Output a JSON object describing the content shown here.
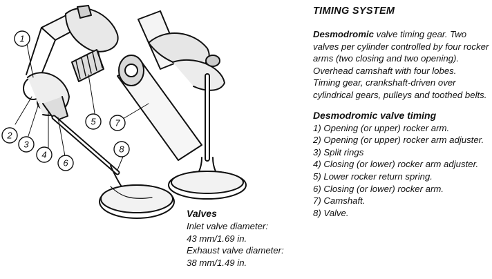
{
  "title": "TIMING SYSTEM",
  "intro": {
    "lead": "Desmodromic",
    "rest": " valve timing gear. Two valves per cylinder controlled by four rocker arms (two closing and two opening). Overhead camshaft with four lobes."
  },
  "timing_gear": "Timing gear, crankshaft-driven over cylindrical gears, pulleys and toothed belts.",
  "timing_section": {
    "heading": "Desmodromic valve timing",
    "items": [
      "1) Opening (or upper) rocker arm.",
      "2) Opening (or upper) rocker arm adjuster.",
      "3) Split rings",
      "4) Closing (or lower) rocker arm adjuster.",
      "5) Lower rocker return spring.",
      "6) Closing (or lower) rocker arm.",
      "7) Camshaft.",
      "8) Valve."
    ]
  },
  "valves": {
    "heading": "Valves",
    "lines": [
      "Inlet valve diameter:",
      "43 mm/1.69 in.",
      "Exhaust valve diameter:",
      "38 mm/1.49 in."
    ]
  },
  "callouts": [
    "1",
    "2",
    "3",
    "4",
    "5",
    "6",
    "7",
    "8"
  ],
  "colors": {
    "ink": "#111111",
    "background": "#ffffff"
  }
}
